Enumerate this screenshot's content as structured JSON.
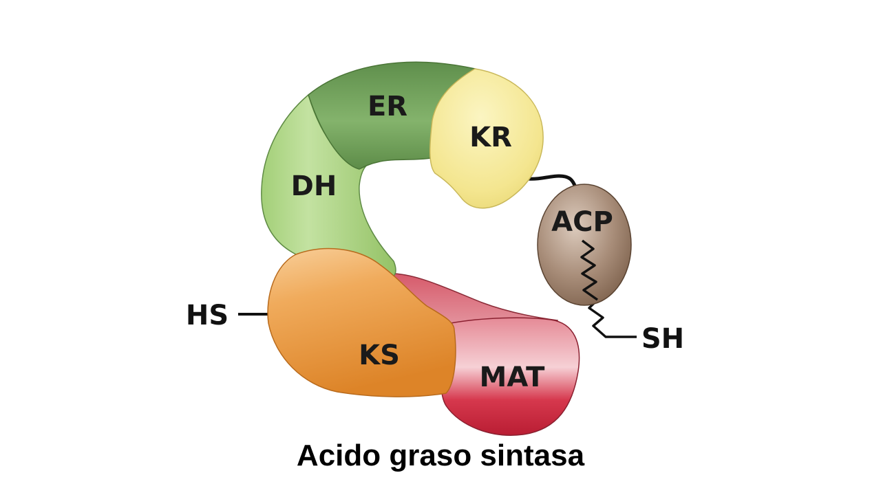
{
  "diagram": {
    "domains": {
      "er": {
        "label": "ER",
        "color": "#6f9e5a"
      },
      "kr": {
        "label": "KR",
        "color": "#f3e58c"
      },
      "dh": {
        "label": "DH",
        "color": "#a9d07e"
      },
      "ks": {
        "label": "KS",
        "color": "#ec9f48"
      },
      "mat": {
        "label": "MAT",
        "color": "#d23a4e"
      },
      "acp": {
        "label": "ACP",
        "color": "#9a7f6b"
      }
    },
    "groups": {
      "hs": "HS",
      "sh": "SH"
    },
    "caption": "Acido graso sintasa"
  }
}
